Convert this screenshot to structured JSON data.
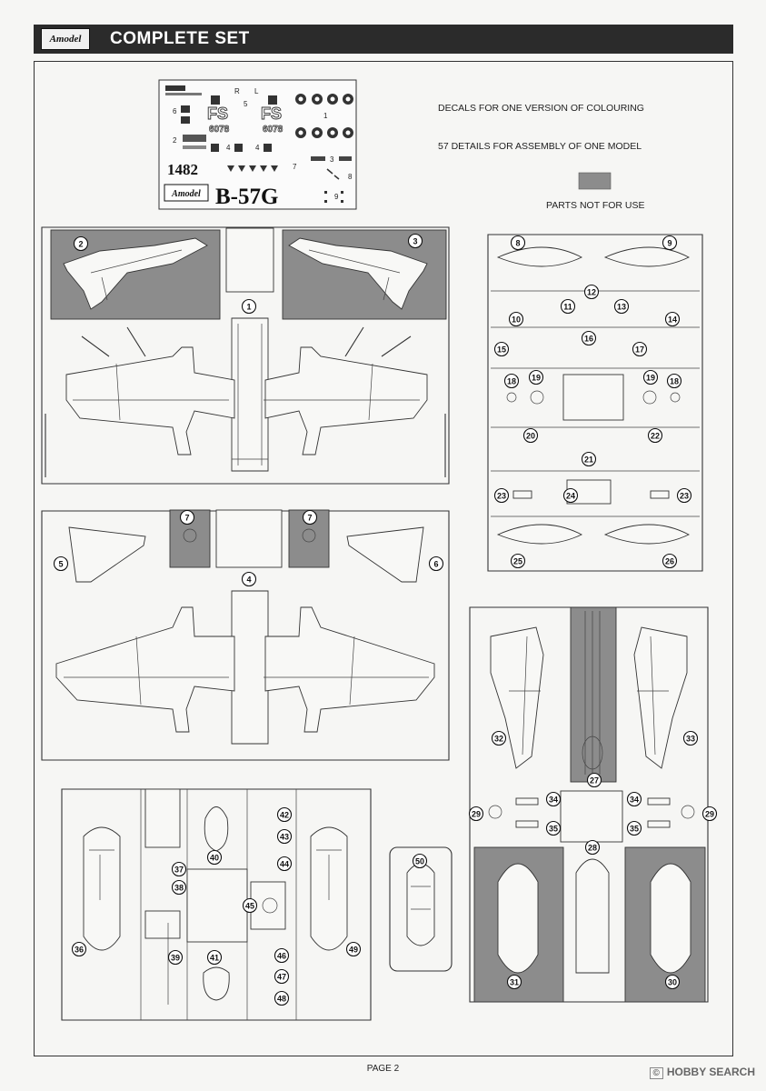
{
  "header": {
    "logo": "Amodel",
    "title": "COMPLETE SET"
  },
  "info": {
    "decals_note": "DECALS FOR ONE VERSION OF COLOURING",
    "details_note": "57  DETAILS FOR ASSEMBLY OF ONE MODEL",
    "parts_not_for_use": "PARTS NOT FOR USE",
    "legend_color": "#8c8c8c"
  },
  "decal_sheet": {
    "kit_number": "1482",
    "model_name": "B-57G",
    "maker": "Amodel",
    "serial_left": "FS",
    "serial_left_number": "6078",
    "serial_right": "FS",
    "serial_right_number": "6078",
    "labels": [
      "R",
      "L",
      "5",
      "1",
      "6",
      "2",
      "3",
      "4",
      "7",
      "8",
      "9"
    ]
  },
  "part_numbers": [
    "1",
    "2",
    "3",
    "4",
    "5",
    "6",
    "7",
    "8",
    "9",
    "10",
    "11",
    "12",
    "13",
    "14",
    "15",
    "16",
    "17",
    "18",
    "19",
    "20",
    "21",
    "22",
    "23",
    "24",
    "25",
    "26",
    "27",
    "28",
    "29",
    "30",
    "31",
    "32",
    "33",
    "34",
    "35",
    "36",
    "37",
    "38",
    "39",
    "40",
    "41",
    "42",
    "43",
    "44",
    "45",
    "46",
    "47",
    "48",
    "49",
    "50"
  ],
  "footer": {
    "page": "PAGE 2",
    "watermark_box": "©",
    "watermark": "HOBBY SEARCH"
  },
  "colors": {
    "grey_part": "#8c8c8c",
    "line": "#333333",
    "paper": "#f6f6f4"
  }
}
